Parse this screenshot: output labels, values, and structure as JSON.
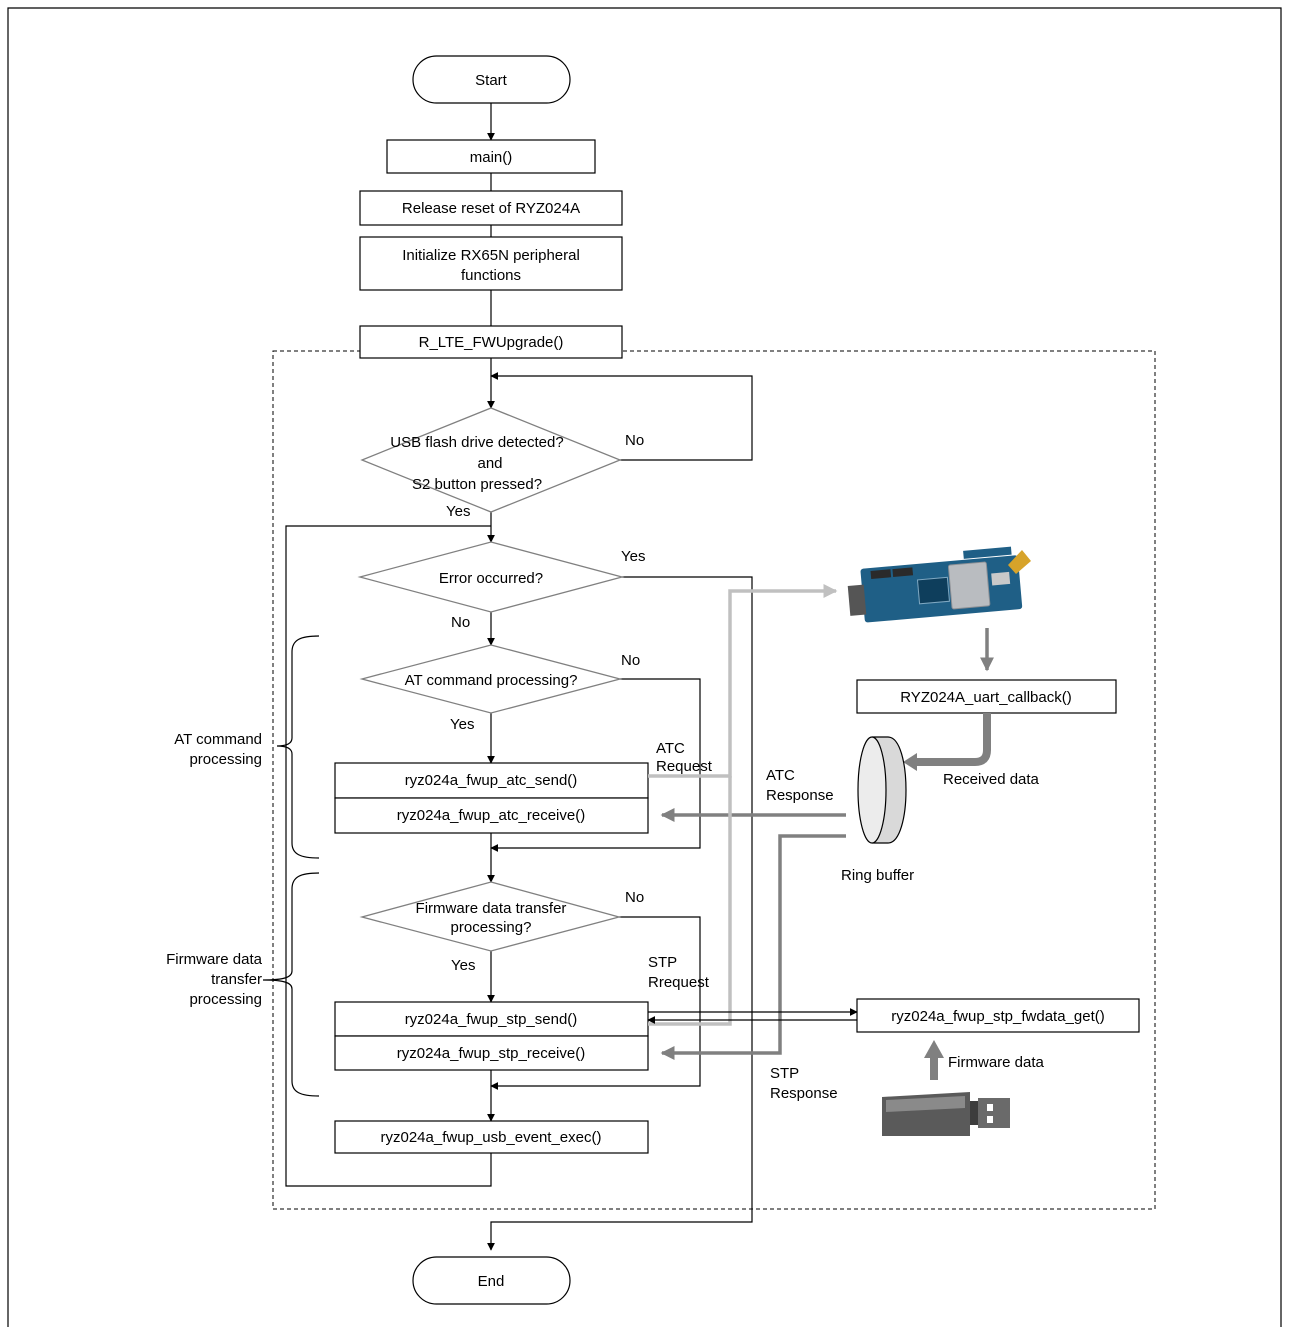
{
  "nodes": {
    "start": "Start",
    "main": "main()",
    "release": "Release  reset of RYZ024A",
    "init_l1": "Initialize RX65N  peripheral",
    "init_l2": "functions",
    "fwupgrade": "R_LTE_FWUpgrade()",
    "usb_l1": "USB flash drive  detected?",
    "usb_l2": "and",
    "usb_l3": "S2 button pressed?",
    "error": "Error occurred?",
    "atcmd": "AT command processing?",
    "atc_send": "ryz024a_fwup_atc_send()",
    "atc_receive": "ryz024a_fwup_atc_receive()",
    "fwxfer_l1": "Firmware data transfer",
    "fwxfer_l2": "processing?",
    "stp_send": "ryz024a_fwup_stp_send()",
    "stp_receive": "ryz024a_fwup_stp_receive()",
    "usb_event": "ryz024a_fwup_usb_event_exec()",
    "end": "End",
    "uart_callback": "RYZ024A_uart_callback()",
    "fwdata_get": "ryz024a_fwup_stp_fwdata_get()"
  },
  "labels": {
    "no_usb": "No",
    "yes_usb": "Yes",
    "yes_error": "Yes",
    "no_error": "No",
    "no_at": "No",
    "yes_at": "Yes",
    "no_fw": "No",
    "yes_fw": "Yes",
    "atc_request_l1": "ATC",
    "atc_request_l2": "Request",
    "atc_response_l1": "ATC",
    "atc_response_l2": "Response",
    "received_data": "Received data",
    "ring_buffer": "Ring buffer",
    "stp_request_l1": "STP",
    "stp_request_l2": "Rrequest",
    "stp_response_l1": "STP",
    "stp_response_l2": "Response",
    "firmware_data": "Firmware data",
    "at_group_l1": "AT command",
    "at_group_l2": "processing",
    "fw_group_l1": "Firmware data",
    "fw_group_l2": "transfer",
    "fw_group_l3": "processing"
  },
  "colors": {
    "light_arrow": "#c0c0c0",
    "dark_arrow": "#808080",
    "module_board": "#1f5f86",
    "usb_stick": "#5a5a5a"
  }
}
